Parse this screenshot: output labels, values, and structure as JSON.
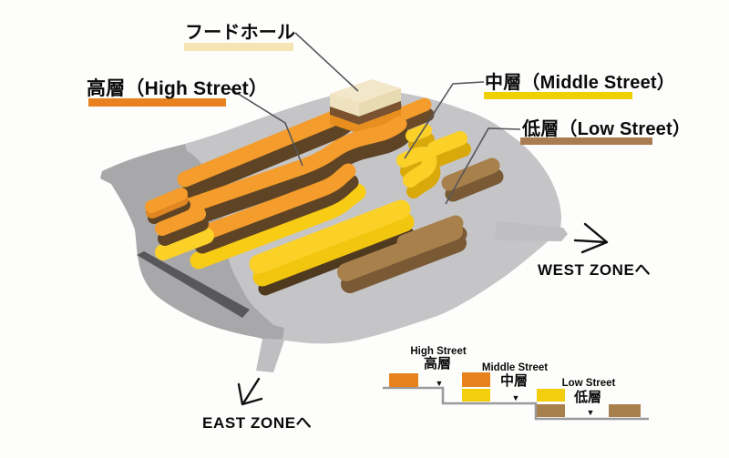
{
  "callouts": {
    "food_hall": {
      "label": "フードホール",
      "underline_color": "#F5E5B4"
    },
    "high": {
      "label": "高層（High Street）",
      "underline_color": "#E8821E"
    },
    "middle": {
      "label": "中層（Middle Street）",
      "underline_color": "#EFD000"
    },
    "low": {
      "label": "低層（Low Street）",
      "underline_color": "#A87C50"
    }
  },
  "directions": {
    "west": "WEST ZONEへ",
    "east": "EAST ZONEへ"
  },
  "legend": {
    "marker": "▼",
    "items": [
      {
        "en": "High Street",
        "ja": "高層"
      },
      {
        "en": "Middle Street",
        "ja": "中層"
      },
      {
        "en": "Low Street",
        "ja": "低層"
      }
    ]
  },
  "colors": {
    "legend_orange": "#E8821E",
    "legend_yellow": "#F3CE0D",
    "legend_brown": "#A8804C",
    "building_orange_top": "#F49C2C",
    "building_yellow_top": "#FBD128",
    "building_brown_top": "#A8804C",
    "dark_band": "#5E4424",
    "food_hall_roof": "#F2E7C8",
    "ground_light": "#C5C5C7",
    "ground_dark": "#A8A8AA",
    "street_dark": "#58585A"
  }
}
